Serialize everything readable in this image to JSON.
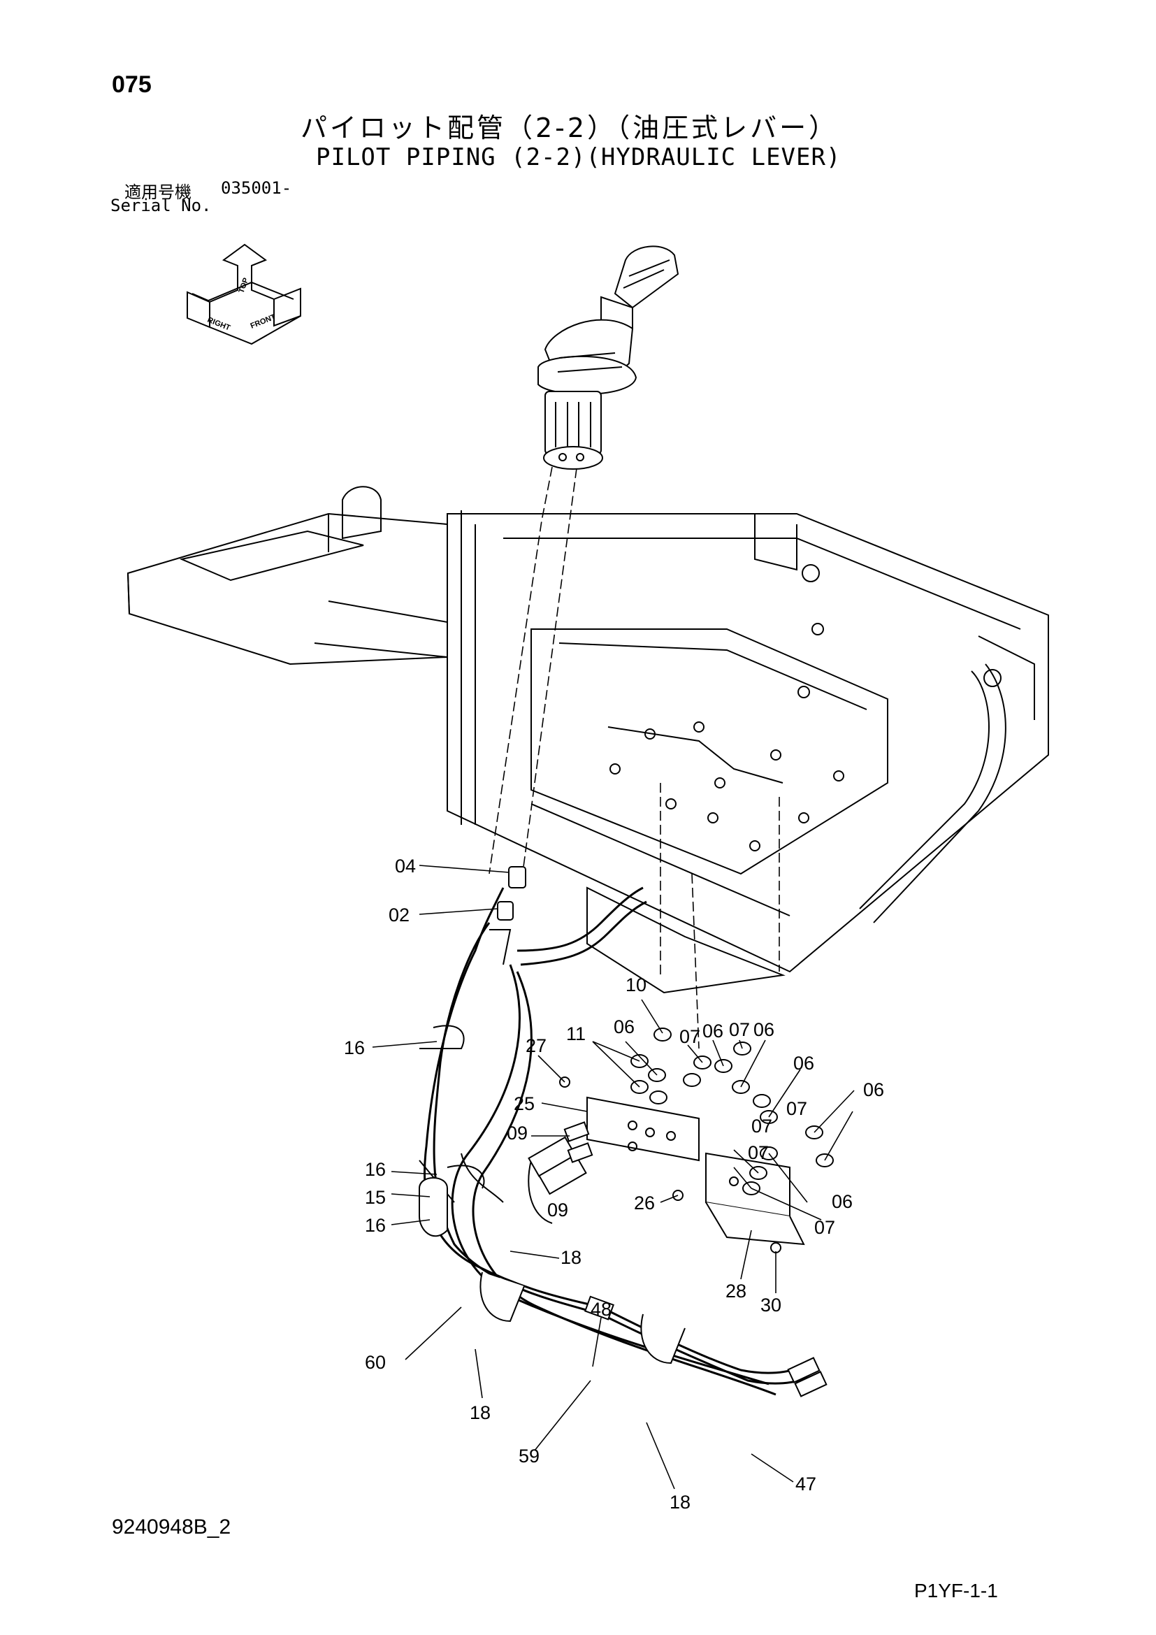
{
  "header": {
    "page_number": "075",
    "title_jp": "パイロット配管（2-2）（油圧式レバー）",
    "title_en": "PILOT PIPING (2-2)(HYDRAULIC LEVER)",
    "serial_label_jp": "適用号機",
    "serial_value": "035001-",
    "serial_label_en": "Serial No."
  },
  "orientation": {
    "icon": "orientation-arrows-icon",
    "top": "TOP",
    "right": "RIGHT",
    "front": "FRONT"
  },
  "callouts": [
    "04",
    "02",
    "10",
    "11",
    "06",
    "07",
    "06",
    "07",
    "06",
    "06",
    "07",
    "06",
    "27",
    "25",
    "09",
    "09",
    "16",
    "15",
    "16",
    "16",
    "07",
    "07",
    "06",
    "07",
    "26",
    "18",
    "28",
    "30",
    "48",
    "60",
    "18",
    "59",
    "18",
    "47"
  ],
  "footer": {
    "drawing_number": "9240948B_2",
    "page_code": "P1YF-1-1"
  }
}
